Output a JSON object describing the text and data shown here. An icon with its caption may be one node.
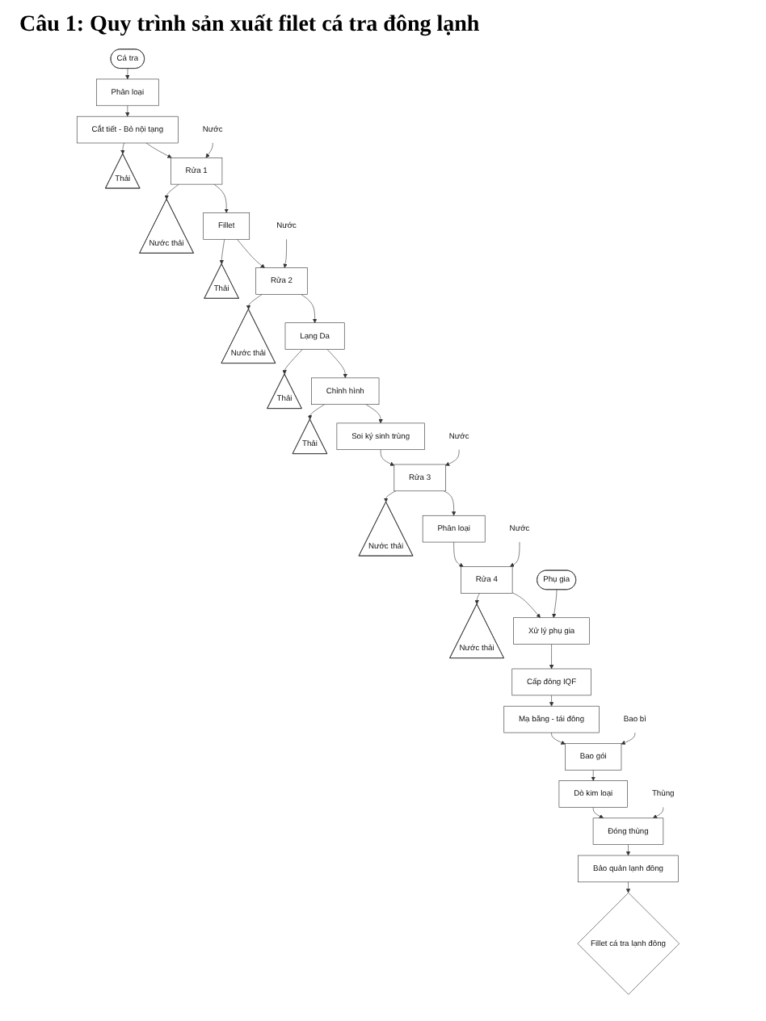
{
  "diagram": {
    "title": "Câu 1: Quy trình sản xuất filet cá tra đông lạnh",
    "nodes": [
      {
        "text": [
          "Cá tra"
        ]
      },
      {
        "text": [
          "Phân loại"
        ]
      },
      {
        "text": [
          "Cắt tiết - Bỏ nội tạng"
        ]
      },
      {
        "text": [
          "Thải"
        ]
      },
      {
        "text": [
          "Nước"
        ]
      },
      {
        "text": [
          "Rửa 1"
        ]
      },
      {
        "text": [
          "Nước thải"
        ]
      },
      {
        "text": [
          "Fillet"
        ]
      },
      {
        "text": [
          "Thải"
        ]
      },
      {
        "text": [
          "Nước"
        ]
      },
      {
        "text": [
          "Rửa 2"
        ]
      },
      {
        "text": [
          "Nước thải"
        ]
      },
      {
        "text": [
          "Lạng Da"
        ]
      },
      {
        "text": [
          "Thải"
        ]
      },
      {
        "text": [
          "Chỉnh hình"
        ]
      },
      {
        "text": [
          "Thải"
        ]
      },
      {
        "text": [
          "Soi ký sinh trùng"
        ]
      },
      {
        "text": [
          "Nước"
        ]
      },
      {
        "text": [
          "Rửa 3"
        ]
      },
      {
        "text": [
          "Nước thải"
        ]
      },
      {
        "text": [
          "Phân loại"
        ]
      },
      {
        "text": [
          "Nước"
        ]
      },
      {
        "text": [
          "Rửa 4"
        ]
      },
      {
        "text": [
          "Nước thải"
        ]
      },
      {
        "text": [
          "Phụ gia"
        ]
      },
      {
        "text": [
          "Xử lý phụ gia"
        ]
      },
      {
        "text": [
          "Cấp đông IQF"
        ]
      },
      {
        "text": [
          "Mạ băng - tái đông"
        ]
      },
      {
        "text": [
          "Bao bì"
        ]
      },
      {
        "text": [
          "Bao gói"
        ]
      },
      {
        "text": [
          "Dò kim loại"
        ]
      },
      {
        "text": [
          "Thùng"
        ]
      },
      {
        "text": [
          "Đóng thùng"
        ]
      },
      {
        "text": [
          "Bảo quản lạnh đông"
        ]
      },
      {
        "text": [
          "Fillet cá tra lạnh đông"
        ]
      }
    ],
    "edges": [
      {
        "from": 0,
        "to": 1,
        "arrow": "to"
      },
      {
        "from": 1,
        "to": 2,
        "arrow": "to"
      },
      {
        "from": 2,
        "to": 3,
        "arrow": "to"
      },
      {
        "from": 2,
        "to": 5,
        "arrow": "to"
      },
      {
        "from": 4,
        "to": 5,
        "arrow": "to"
      },
      {
        "from": 5,
        "to": 6,
        "arrow": "to"
      },
      {
        "from": 5,
        "to": 7,
        "arrow": "to"
      },
      {
        "from": 7,
        "to": 8,
        "arrow": "to"
      },
      {
        "from": 7,
        "to": 10,
        "arrow": "to"
      },
      {
        "from": 9,
        "to": 10,
        "arrow": "to"
      },
      {
        "from": 10,
        "to": 11,
        "arrow": "to"
      },
      {
        "from": 10,
        "to": 12,
        "arrow": "to"
      },
      {
        "from": 12,
        "to": 13,
        "arrow": "to"
      },
      {
        "from": 12,
        "to": 14,
        "arrow": "to"
      },
      {
        "from": 14,
        "to": 15,
        "arrow": "to"
      },
      {
        "from": 14,
        "to": 16,
        "arrow": "to"
      },
      {
        "from": 16,
        "to": 18,
        "arrow": "to"
      },
      {
        "from": 17,
        "to": 18,
        "arrow": "to"
      },
      {
        "from": 18,
        "to": 19,
        "arrow": "to"
      },
      {
        "from": 18,
        "to": 20,
        "arrow": "to"
      },
      {
        "from": 20,
        "to": 22,
        "arrow": "to"
      },
      {
        "from": 21,
        "to": 22,
        "arrow": "to"
      },
      {
        "from": 22,
        "to": 23,
        "arrow": "to"
      },
      {
        "from": 22,
        "to": 25,
        "arrow": "to"
      },
      {
        "from": 24,
        "to": 25,
        "arrow": "to"
      },
      {
        "from": 25,
        "to": 26,
        "arrow": "to"
      },
      {
        "from": 26,
        "to": 27,
        "arrow": "to"
      },
      {
        "from": 27,
        "to": 29,
        "arrow": "to"
      },
      {
        "from": 28,
        "to": 29,
        "arrow": "to"
      },
      {
        "from": 29,
        "to": 30,
        "arrow": "to"
      },
      {
        "from": 30,
        "to": 32,
        "arrow": "to"
      },
      {
        "from": 31,
        "to": 32,
        "arrow": "to"
      },
      {
        "from": 32,
        "to": 33,
        "arrow": "to"
      },
      {
        "from": 33,
        "to": 34,
        "arrow": "to"
      }
    ]
  }
}
